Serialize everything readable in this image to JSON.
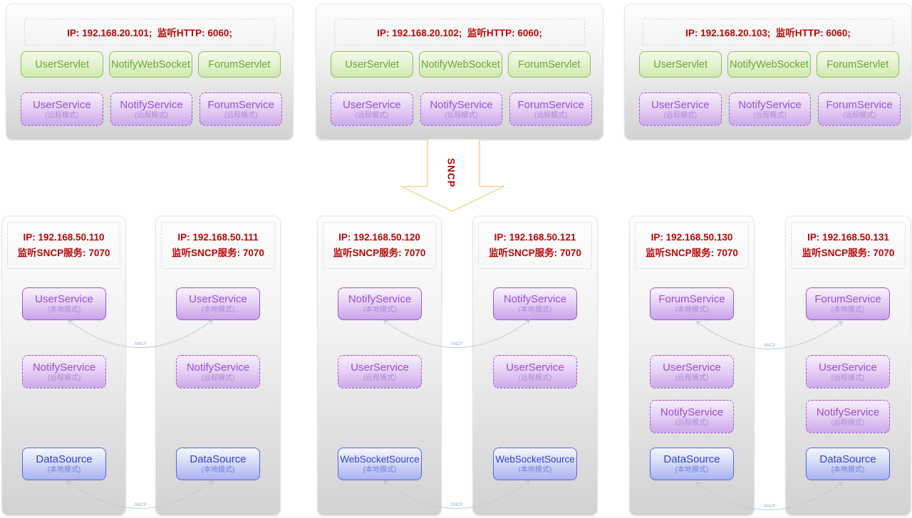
{
  "diagram": {
    "arrow_label": "SNCP",
    "link_label": "SNCP"
  },
  "colors": {
    "accent_red": "#b80808",
    "green": "#68a834",
    "purple": "#9a4fd0",
    "blue": "#3246c8",
    "arrow_outline": "#f2d493"
  },
  "top_servers": [
    {
      "header": "IP: 192.168.20.101;  监听HTTP: 6060;",
      "servlets": [
        "UserServlet",
        "NotifyWebSocket",
        "ForumServlet"
      ],
      "services": [
        {
          "name": "UserService",
          "mode": "(远程模式)"
        },
        {
          "name": "NotifyService",
          "mode": "(远程模式)"
        },
        {
          "name": "ForumService",
          "mode": "(远程模式)"
        }
      ]
    },
    {
      "header": "IP: 192.168.20.102;  监听HTTP: 6060;",
      "servlets": [
        "UserServlet",
        "NotifyWebSocket",
        "ForumServlet"
      ],
      "services": [
        {
          "name": "UserService",
          "mode": "(远程模式)"
        },
        {
          "name": "NotifyService",
          "mode": "(远程模式)"
        },
        {
          "name": "ForumService",
          "mode": "(远程模式)"
        }
      ]
    },
    {
      "header": "IP: 192.168.20.103;  监听HTTP: 6060;",
      "servlets": [
        "UserServlet",
        "NotifyWebSocket",
        "ForumServlet"
      ],
      "services": [
        {
          "name": "UserService",
          "mode": "(远程模式)"
        },
        {
          "name": "NotifyService",
          "mode": "(远程模式)"
        },
        {
          "name": "ForumService",
          "mode": "(远程模式)"
        }
      ]
    }
  ],
  "bottom_servers": [
    {
      "ip": "IP: 192.168.50.110",
      "listen": "监听SNCP服务: 7070",
      "services": [
        {
          "name": "UserService",
          "mode": "(本地模式)"
        },
        {
          "name": "NotifyService",
          "mode": "(远程模式)"
        },
        {
          "name": "DataSource",
          "mode": "(本地模式)"
        }
      ]
    },
    {
      "ip": "IP: 192.168.50.111",
      "listen": "监听SNCP服务: 7070",
      "services": [
        {
          "name": "UserService",
          "mode": "(本地模式)"
        },
        {
          "name": "NotifyService",
          "mode": "(远程模式)"
        },
        {
          "name": "DataSource",
          "mode": "(本地模式)"
        }
      ]
    },
    {
      "ip": "IP: 192.168.50.120",
      "listen": "监听SNCP服务: 7070",
      "services": [
        {
          "name": "NotifyService",
          "mode": "(本地模式)"
        },
        {
          "name": "UserService",
          "mode": "(远程模式)"
        },
        {
          "name": "WebSocketSource",
          "mode": "(本地模式)"
        }
      ]
    },
    {
      "ip": "IP: 192.168.50.121",
      "listen": "监听SNCP服务: 7070",
      "services": [
        {
          "name": "NotifyService",
          "mode": "(本地模式)"
        },
        {
          "name": "UserService",
          "mode": "(远程模式)"
        },
        {
          "name": "WebSocketSource",
          "mode": "(本地模式)"
        }
      ]
    },
    {
      "ip": "IP: 192.168.50.130",
      "listen": "监听SNCP服务: 7070",
      "services": [
        {
          "name": "ForumService",
          "mode": "(本地模式)"
        },
        {
          "name": "UserService",
          "mode": "(远程模式)"
        },
        {
          "name": "NotifyService",
          "mode": "(远程模式)"
        },
        {
          "name": "DataSource",
          "mode": "(本地模式)"
        }
      ]
    },
    {
      "ip": "IP: 192.168.50.131",
      "listen": "监听SNCP服务: 7070",
      "services": [
        {
          "name": "ForumService",
          "mode": "(本地模式)"
        },
        {
          "name": "UserService",
          "mode": "(远程模式)"
        },
        {
          "name": "NotifyService",
          "mode": "(远程模式)"
        },
        {
          "name": "DataSource",
          "mode": "(本地模式)"
        }
      ]
    }
  ]
}
